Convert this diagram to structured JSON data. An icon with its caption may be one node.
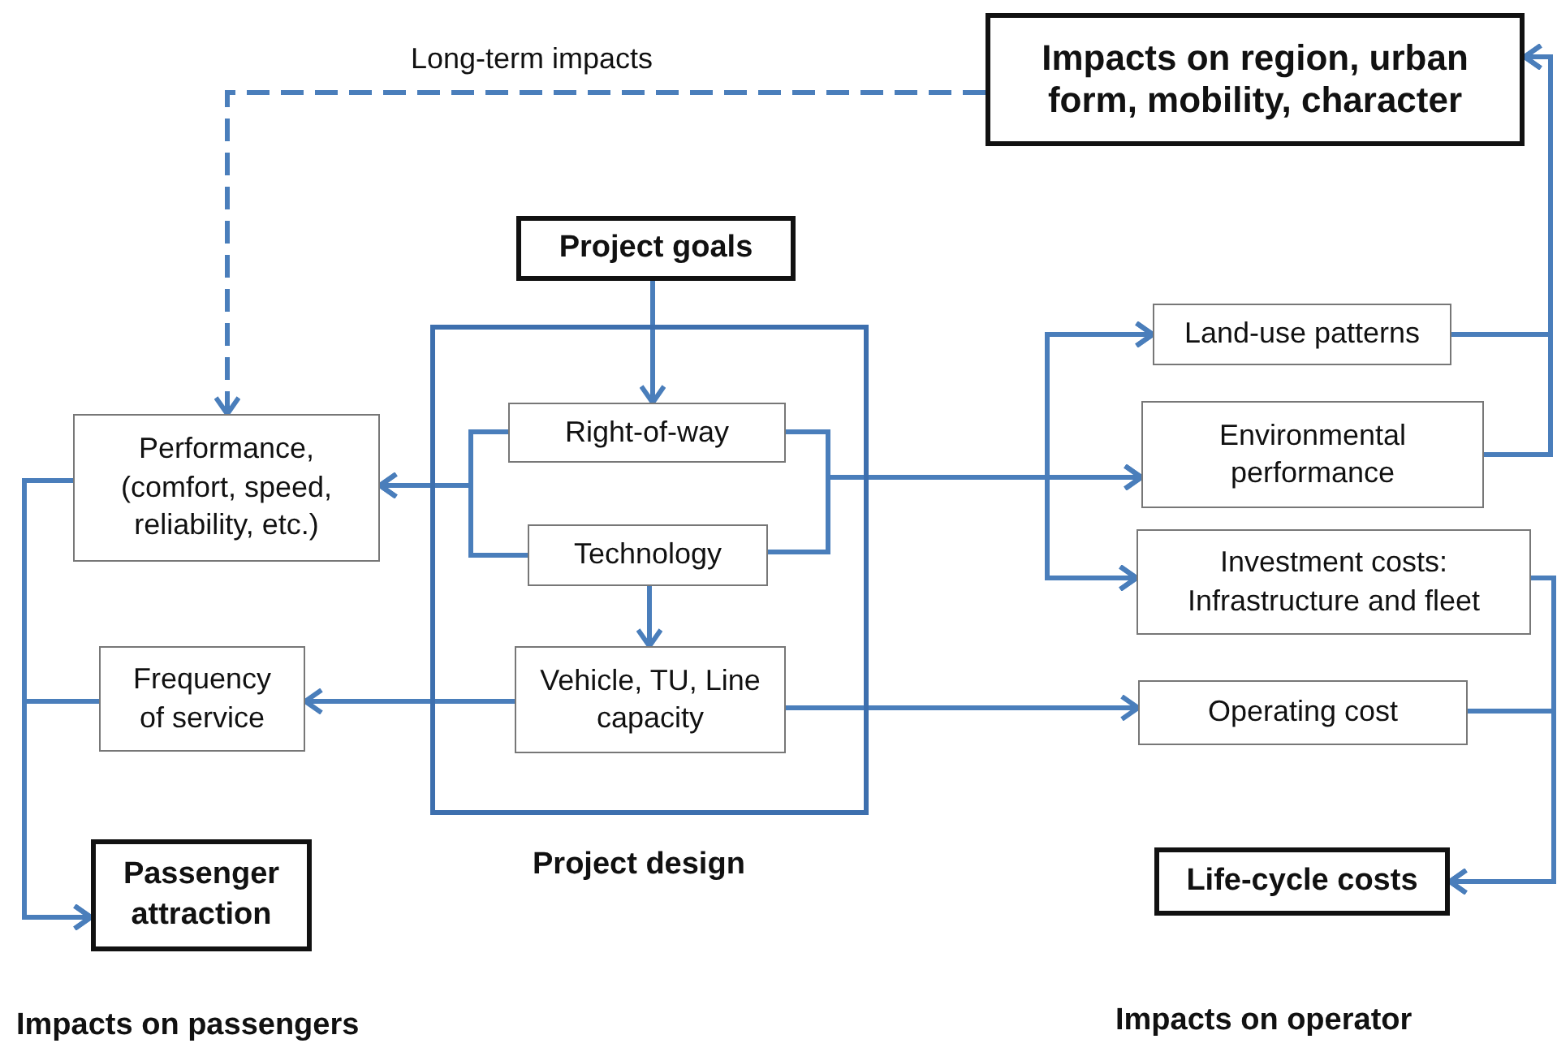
{
  "diagram": {
    "nodes": [
      {
        "text": [
          "Impacts on region, urban form, mobility, character"
        ]
      },
      {
        "text": [
          "Project goals"
        ]
      },
      {
        "text": [
          "Project design"
        ]
      },
      {
        "text": [
          "Right-of-way"
        ],
        "in": 2
      },
      {
        "text": [
          "Technology"
        ],
        "in": 2
      },
      {
        "text": [
          "Vehicle, TU, Line capacity"
        ],
        "in": 2
      },
      {
        "text": [
          "Performance, (comfort, speed, reliability, etc.)"
        ]
      },
      {
        "text": [
          "Frequency of service"
        ]
      },
      {
        "text": [
          "Passenger attraction"
        ]
      },
      {
        "text": [
          "Land-use patterns"
        ]
      },
      {
        "text": [
          "Environmental performance"
        ]
      },
      {
        "text": [
          "Investment costs: Infrastructure and fleet"
        ]
      },
      {
        "text": [
          "Operating cost"
        ]
      },
      {
        "text": [
          "Life-cycle costs"
        ]
      }
    ],
    "edges": [
      {
        "from": 0,
        "to": 6,
        "arrow": "to",
        "style": "dashed",
        "label": "Long-term impacts"
      },
      {
        "from": 1,
        "to": 3,
        "arrow": "to"
      },
      {
        "from": 3,
        "to": 6,
        "arrow": "to"
      },
      {
        "from": 4,
        "to": 6,
        "arrow": "to"
      },
      {
        "from": 4,
        "to": 5,
        "arrow": "to"
      },
      {
        "from": 5,
        "to": 7,
        "arrow": "to"
      },
      {
        "from": 5,
        "to": 12,
        "arrow": "to"
      },
      {
        "from": 3,
        "to": 9,
        "arrow": "to"
      },
      {
        "from": 3,
        "to": 10,
        "arrow": "to"
      },
      {
        "from": 3,
        "to": 11,
        "arrow": "to"
      },
      {
        "from": 4,
        "to": 9,
        "arrow": "to"
      },
      {
        "from": 4,
        "to": 10,
        "arrow": "to"
      },
      {
        "from": 4,
        "to": 11,
        "arrow": "to"
      },
      {
        "from": 6,
        "to": 8,
        "arrow": "to"
      },
      {
        "from": 7,
        "to": 8,
        "arrow": "to"
      },
      {
        "from": 9,
        "to": 0,
        "arrow": "to"
      },
      {
        "from": 10,
        "to": 0,
        "arrow": "to"
      },
      {
        "from": 11,
        "to": 13,
        "arrow": "to"
      },
      {
        "from": 12,
        "to": 13,
        "arrow": "to"
      }
    ],
    "labels": [
      "Impacts on passengers",
      "Impacts on operator"
    ]
  }
}
